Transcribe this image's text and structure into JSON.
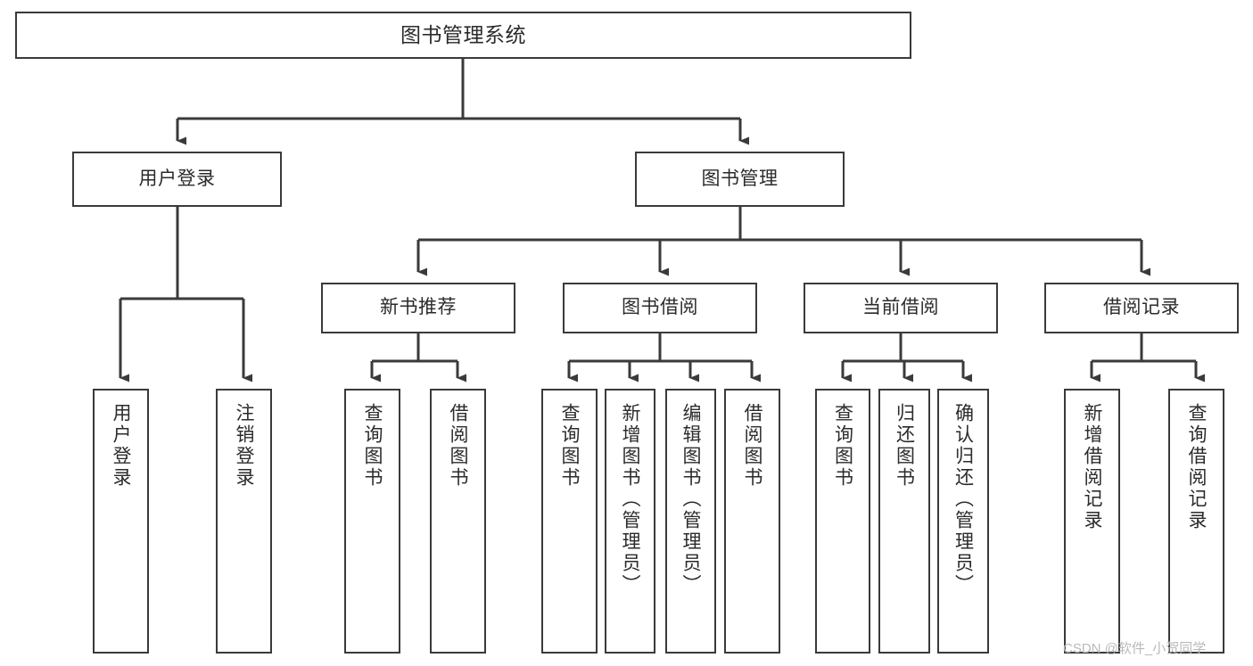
{
  "diagram": {
    "type": "tree",
    "title": "图书管理系统",
    "root": {
      "id": "root",
      "label": "图书管理系统"
    },
    "level2": [
      {
        "id": "user-login",
        "label": "用户登录"
      },
      {
        "id": "book-manage",
        "label": "图书管理"
      }
    ],
    "level3": [
      {
        "id": "new-book-rec",
        "label": "新书推荐",
        "parent": "book-manage"
      },
      {
        "id": "book-borrow",
        "label": "图书借阅",
        "parent": "book-manage"
      },
      {
        "id": "current-borrow",
        "label": "当前借阅",
        "parent": "book-manage"
      },
      {
        "id": "borrow-record",
        "label": "借阅记录",
        "parent": "book-manage"
      }
    ],
    "leaves": [
      {
        "id": "leaf-user-login",
        "label": "用户登录",
        "parent": "user-login"
      },
      {
        "id": "leaf-logout",
        "label": "注销登录",
        "parent": "user-login"
      },
      {
        "id": "leaf-query-book-1",
        "label": "查询图书",
        "parent": "new-book-rec"
      },
      {
        "id": "leaf-borrow-book-1",
        "label": "借阅图书",
        "parent": "new-book-rec"
      },
      {
        "id": "leaf-query-book-2",
        "label": "查询图书",
        "parent": "book-borrow"
      },
      {
        "id": "leaf-add-book",
        "label": "新增图书（管理员）",
        "parent": "book-borrow"
      },
      {
        "id": "leaf-edit-book",
        "label": "编辑图书（管理员）",
        "parent": "book-borrow"
      },
      {
        "id": "leaf-borrow-book-2",
        "label": "借阅图书",
        "parent": "book-borrow"
      },
      {
        "id": "leaf-query-book-3",
        "label": "查询图书",
        "parent": "current-borrow"
      },
      {
        "id": "leaf-return-book",
        "label": "归还图书",
        "parent": "current-borrow"
      },
      {
        "id": "leaf-confirm-return",
        "label": "确认归还（管理员）",
        "parent": "current-borrow"
      },
      {
        "id": "leaf-add-record",
        "label": "新增借阅记录",
        "parent": "borrow-record"
      },
      {
        "id": "leaf-query-record",
        "label": "查询借阅记录",
        "parent": "borrow-record"
      }
    ],
    "colors": {
      "box_border": "#3a3a3a",
      "box_fill": "#ffffff",
      "connector": "#3a3a3a",
      "text": "#2b2b2b",
      "watermark": "#b9b9b9"
    }
  },
  "watermark": {
    "text": "CSDN @软件_小贺同学"
  }
}
